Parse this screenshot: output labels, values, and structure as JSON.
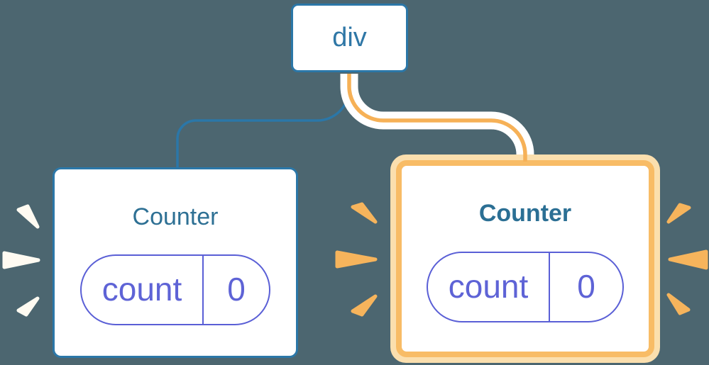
{
  "diagram_title": "component-tree-state-diagram",
  "root_node": {
    "label": "div"
  },
  "left_counter": {
    "title": "Counter",
    "state": {
      "key": "count",
      "value": "0"
    },
    "highlighted": false
  },
  "right_counter": {
    "title": "Counter",
    "state": {
      "key": "count",
      "value": "0"
    },
    "highlighted": true
  },
  "colors": {
    "background": "#4C6670",
    "node_border": "#2B77A8",
    "blue_connector": "#2B77A8",
    "orange_connector": "#F6B157",
    "connector_casing": "#FFFFFF",
    "highlight_outer_border": "#FBDFAE",
    "highlight_inner_border": "#F8BC66",
    "title_left": "#2E7094",
    "title_right": "#2B6F94",
    "div_label": "#2F77A6",
    "pill_border": "#5A5FD6",
    "pill_text": "#5E63D6",
    "sparkle_white": "#FFFBF2",
    "sparkle_orange": "#F6B45C"
  }
}
